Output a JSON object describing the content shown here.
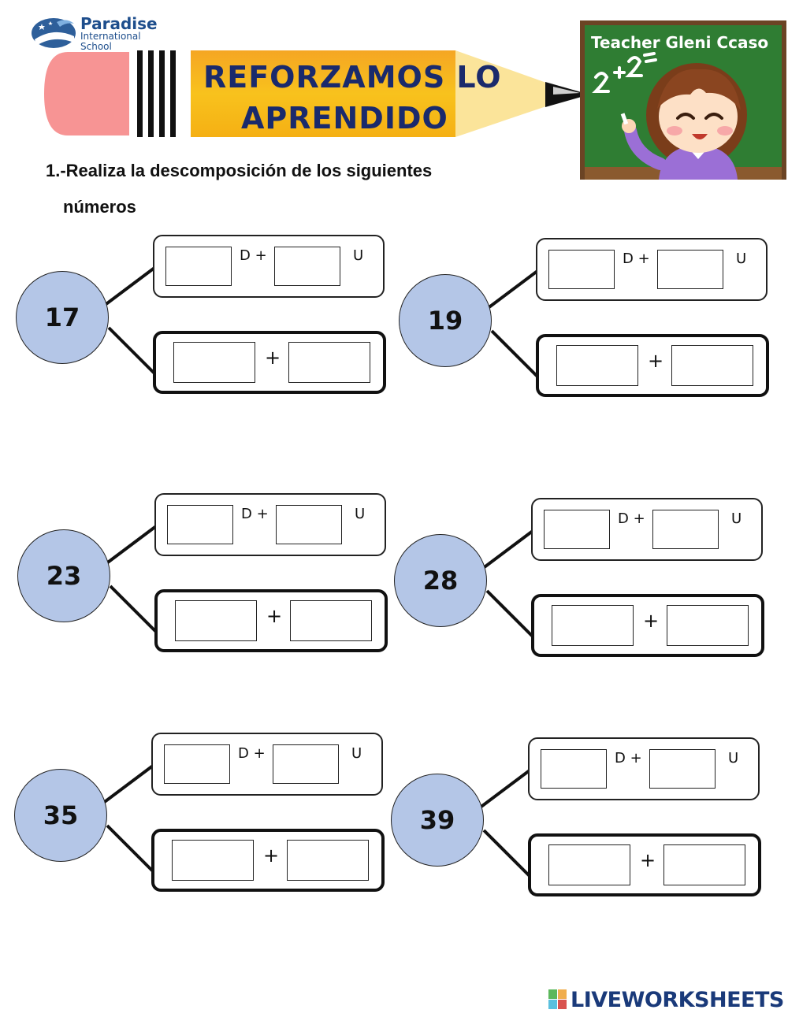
{
  "header": {
    "logo": {
      "name": "Paradise",
      "line2": "International",
      "line3": "School",
      "icon": "globe-bird-emblem"
    },
    "banner": {
      "line1": "REFORZAMOS LO",
      "line2": "APRENDIDO",
      "icon": "pencil-graphic"
    },
    "board": {
      "title": "Teacher Gleni Ccaso",
      "chalk": "2 + 2 =",
      "icon": "teacher-girl-illustration"
    }
  },
  "instruction": {
    "line1": "1.-Realiza la descomposición de los siguientes",
    "line2": "números"
  },
  "labels": {
    "tens": "D +",
    "units": "U",
    "plus": "+"
  },
  "exercises": [
    {
      "number": "17"
    },
    {
      "number": "19"
    },
    {
      "number": "23"
    },
    {
      "number": "28"
    },
    {
      "number": "35"
    },
    {
      "number": "39"
    }
  ],
  "colors": {
    "circle_fill": "#b4c6e7",
    "banner_text": "#1a2a6c",
    "board_green": "#2e7d32",
    "pencil_body": "#f7c21a"
  },
  "footer": {
    "brand": "LIVEWORKSHEETS"
  }
}
